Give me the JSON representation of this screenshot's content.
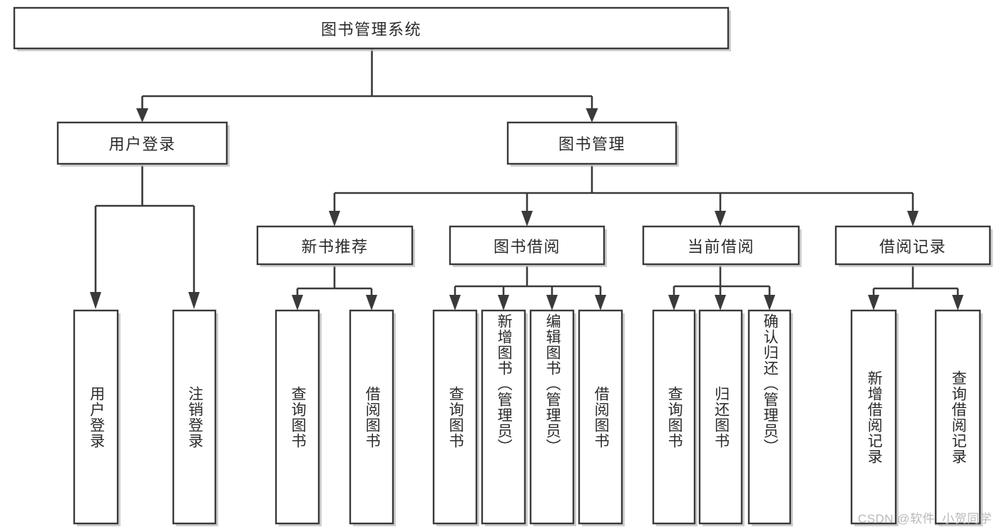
{
  "diagram": {
    "type": "tree-hierarchy",
    "orientation": "top-down",
    "root": {
      "id": "root",
      "label": "图书管理系统"
    },
    "level2": [
      {
        "id": "user-login",
        "label": "用户登录"
      },
      {
        "id": "book-management",
        "label": "图书管理"
      }
    ],
    "level3": [
      {
        "id": "new-book-recommend",
        "label": "新书推荐",
        "parent": "book-management"
      },
      {
        "id": "book-borrow",
        "label": "图书借阅",
        "parent": "book-management"
      },
      {
        "id": "current-borrow",
        "label": "当前借阅",
        "parent": "book-management"
      },
      {
        "id": "borrow-record",
        "label": "借阅记录",
        "parent": "book-management"
      }
    ],
    "leaves": {
      "user_login": [
        {
          "id": "leaf-user-login",
          "label": "用户登录"
        },
        {
          "id": "leaf-logout-login",
          "label": "注销登录"
        }
      ],
      "new_book_recommend": [
        {
          "id": "leaf-query-book-1",
          "label": "查询图书"
        },
        {
          "id": "leaf-borrow-book-1",
          "label": "借阅图书"
        }
      ],
      "book_borrow": [
        {
          "id": "leaf-query-book-2",
          "label": "查询图书"
        },
        {
          "id": "leaf-add-book",
          "label": "新增图书（管理员）"
        },
        {
          "id": "leaf-edit-book",
          "label": "编辑图书（管理员）"
        },
        {
          "id": "leaf-borrow-book-2",
          "label": "借阅图书"
        }
      ],
      "current_borrow": [
        {
          "id": "leaf-query-book-3",
          "label": "查询图书"
        },
        {
          "id": "leaf-return-book",
          "label": "归还图书"
        },
        {
          "id": "leaf-confirm-return",
          "label": "确认归还（管理员）"
        }
      ],
      "borrow_record": [
        {
          "id": "leaf-add-record",
          "label": "新增借阅记录"
        },
        {
          "id": "leaf-query-record",
          "label": "查询借阅记录"
        }
      ]
    }
  },
  "watermark": {
    "text": "CSDN @软件_小贺同学"
  },
  "colors": {
    "background": "#ffffff",
    "box_fill": "#ffffff",
    "box_stroke": "#3a3a3a",
    "connector": "#3a3a3a",
    "text": "#2b2b2b",
    "watermark": "#b8b8b8",
    "shadow": "#bdbdbd"
  }
}
